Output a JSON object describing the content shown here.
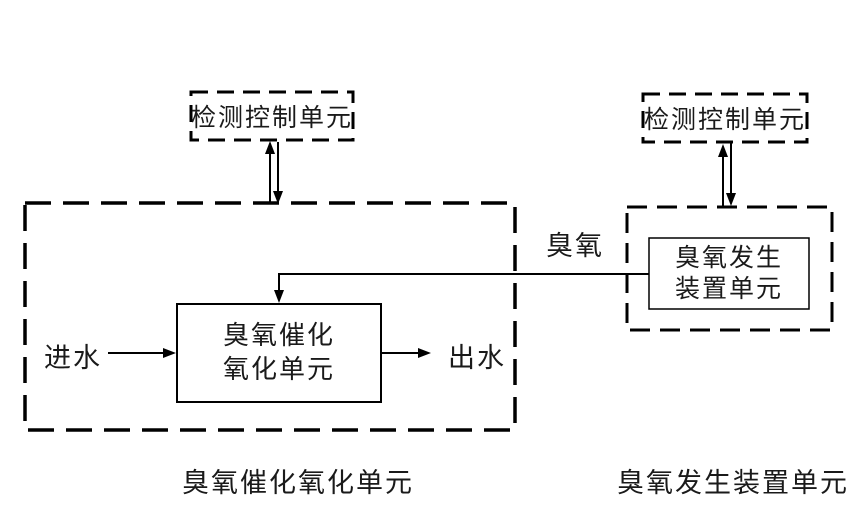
{
  "diagram": {
    "background_color": "#ffffff",
    "line_color": "#000000",
    "nodes": {
      "control_left": {
        "label": "检测控制单元"
      },
      "control_right": {
        "label": "检测控制单元"
      },
      "oxidation_inner": {
        "line1": "臭氧催化",
        "line2": "氧化单元"
      },
      "generator_inner": {
        "line1": "臭氧发生",
        "line2": "装置单元"
      }
    },
    "flow_labels": {
      "inlet": "进水",
      "outlet": "出水",
      "ozone": "臭氧"
    },
    "captions": {
      "oxidation_unit": "臭氧催化氧化单元",
      "generator_unit": "臭氧发生装置单元"
    }
  }
}
